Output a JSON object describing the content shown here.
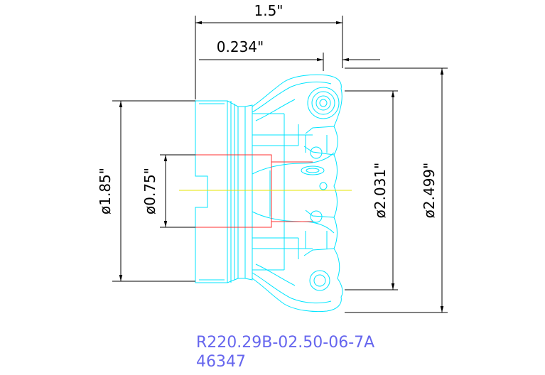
{
  "drawing": {
    "dimensions": {
      "overall_length": "1.5\"",
      "offset": "0.234\"",
      "outer_diameter": "ø1.85\"",
      "bore_diameter": "ø0.75\"",
      "cutting_diameter": "ø2.031\"",
      "max_diameter": "ø2.499\""
    },
    "part_number": "R220.29B-02.50-06-7A",
    "item_number": "46347",
    "colors": {
      "dimension": "#000000",
      "outline": "#00e5ff",
      "bore": "#ff3030",
      "centerline": "#e6e600",
      "text": "#6666ee"
    }
  }
}
